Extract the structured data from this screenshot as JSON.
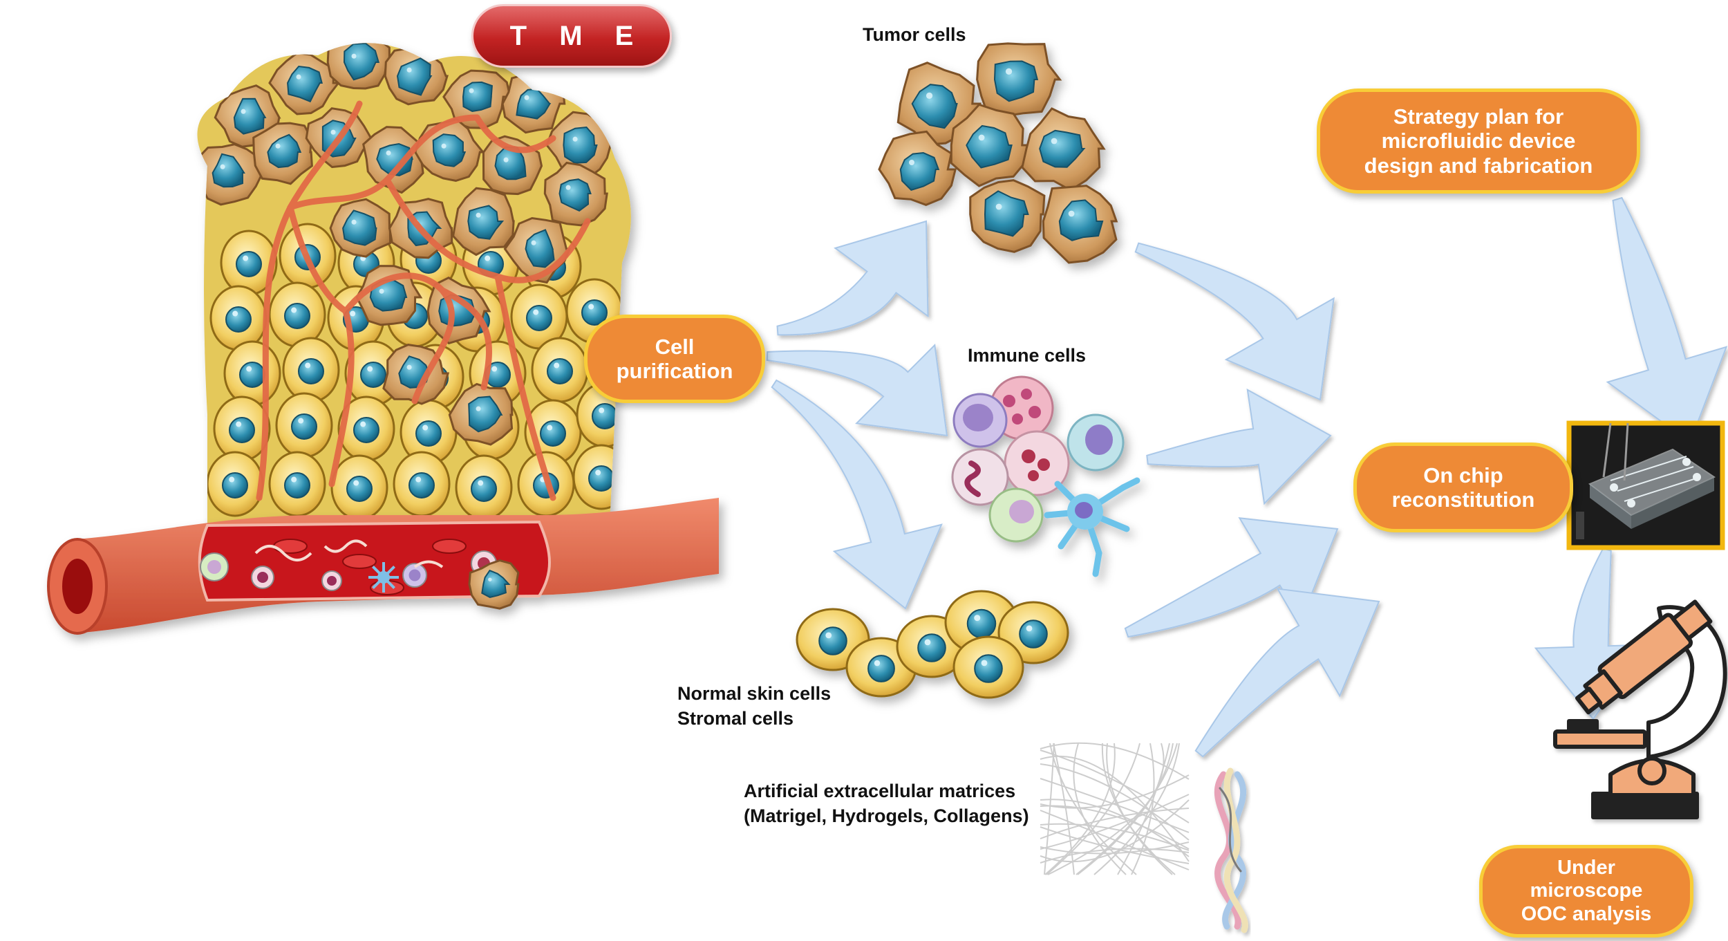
{
  "title_badge": "T M E",
  "boxes": {
    "cell_purification": [
      "Cell",
      "purification"
    ],
    "strategy": [
      "Strategy plan for",
      "microfluidic device",
      "design and fabrication"
    ],
    "on_chip": [
      "On chip",
      "reconstitution"
    ],
    "microscope": [
      "Under",
      "microscope",
      "OOC analysis"
    ]
  },
  "labels": {
    "tumor": "Tumor cells",
    "immune": "Immune cells",
    "normal": [
      "Normal skin cells",
      "Stromal cells"
    ],
    "ecm": [
      "Artificial extracellular matrices",
      "(Matrigel, Hydrogels, Collagens)"
    ]
  },
  "icons": [
    "tme-cell-cluster-icon",
    "blood-vessel-icon",
    "tumor-cells-icon",
    "immune-cells-icon",
    "normal-cells-icon",
    "fiber-mesh-icon",
    "collagen-helix-icon",
    "microfluidic-chip-icon",
    "microscope-icon"
  ],
  "colors": {
    "box_fill": "#ee8a36",
    "box_border": "#f8cd38",
    "arrow": "#cfe3f7",
    "tme_badge": "#c32323",
    "tumor_cell": "#d2a36b",
    "nucleus": "#2e8fb0",
    "normal_cell": "#f2cf62",
    "vessel": "#d9573d"
  }
}
